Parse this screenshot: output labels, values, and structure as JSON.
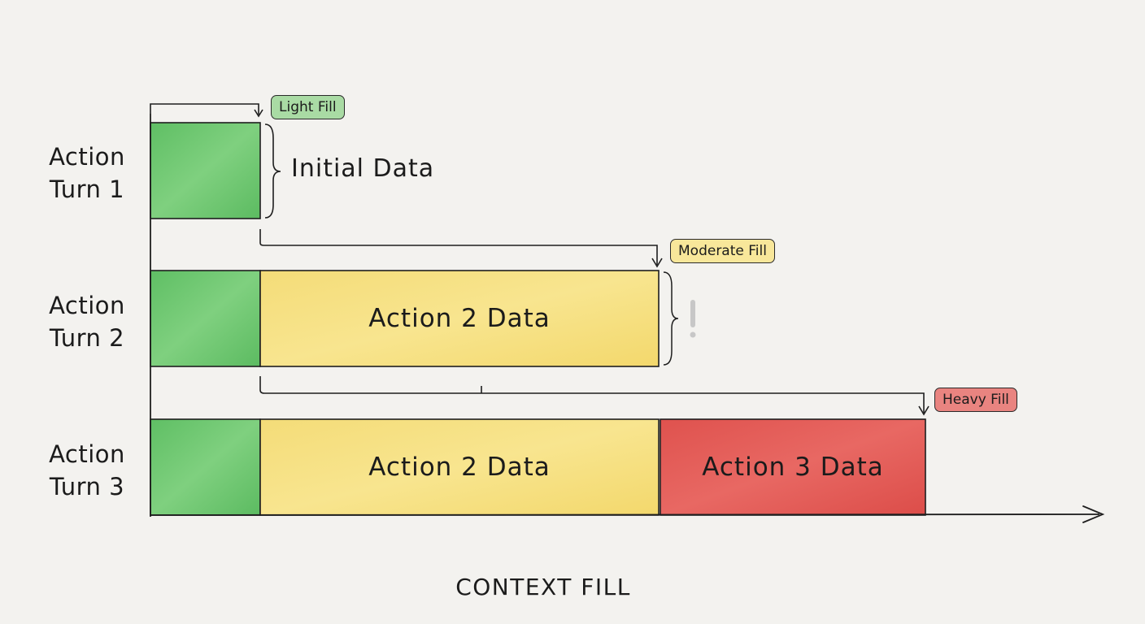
{
  "rows": [
    {
      "label_line1": "Action",
      "label_line2": "Turn 1"
    },
    {
      "label_line1": "Action",
      "label_line2": "Turn 2"
    },
    {
      "label_line1": "Action",
      "label_line2": "Turn 3"
    }
  ],
  "segments": {
    "initial_note": "Initial Data",
    "action2": "Action 2 Data",
    "action3": "Action 3 Data"
  },
  "fill_tags": {
    "light": "Light Fill",
    "moderate": "Moderate Fill",
    "heavy": "Heavy Fill"
  },
  "axis": {
    "title": "CONTEXT FILL"
  },
  "colors": {
    "green": "#6cc66f",
    "yellow": "#f6df7c",
    "red": "#e25a55",
    "tag_green": "#a9dba4",
    "tag_yellow": "#f8e79a",
    "tag_red": "#e98480",
    "ink": "#1e1e1e"
  }
}
